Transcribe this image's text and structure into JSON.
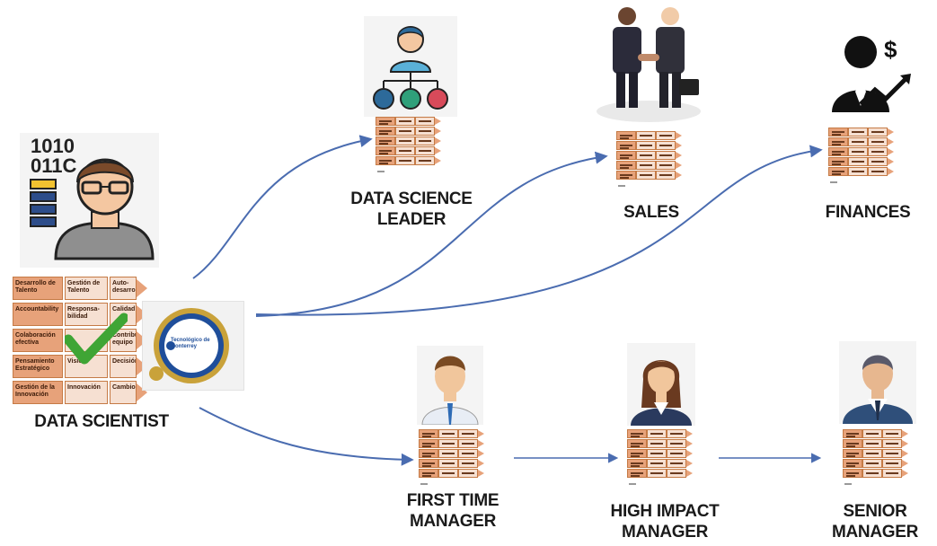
{
  "roles": {
    "data_scientist": "DATA SCIENTIST",
    "data_science_leader": [
      "DATA SCIENCE",
      "LEADER"
    ],
    "sales": "SALES",
    "finances": "FINANCES",
    "first_time_manager": [
      "FIRST TIME",
      "MANAGER"
    ],
    "high_impact_manager": [
      "HIGH IMPACT",
      "MANAGER"
    ],
    "senior_manager": [
      "SENIOR",
      "MANAGER"
    ]
  },
  "competency_table": {
    "rows": [
      [
        "Desarrollo de Talento",
        "Gestión de Talento",
        "Auto-desarrollo"
      ],
      [
        "Accountability",
        "Responsa-bilidad",
        "Calidad"
      ],
      [
        "Colaboración efectiva",
        "",
        "Contribución equipo"
      ],
      [
        "Pensamiento Estratégico",
        "Visión",
        "Decisión"
      ],
      [
        "Gestión de la Innovación",
        "Innovación",
        "Cambio"
      ]
    ]
  },
  "badge": {
    "text": "Tecnológico de Monterrey"
  },
  "icons": {
    "data_scientist": "data-scientist-person-icon",
    "data_science_leader": "team-hierarchy-icon",
    "sales": "handshake-icon",
    "finances": "finance-growth-icon",
    "first_time_manager": "male-manager-icon",
    "high_impact_manager": "female-manager-icon",
    "senior_manager": "senior-manager-icon"
  },
  "colors": {
    "arrow": "#4a6cb0",
    "card_header": "#e7a27a",
    "card_light": "#f6e0d2",
    "card_border": "#c57a45",
    "check": "#3fa535",
    "badge_blue": "#1f4e9a",
    "badge_gold": "#c9a23a"
  }
}
